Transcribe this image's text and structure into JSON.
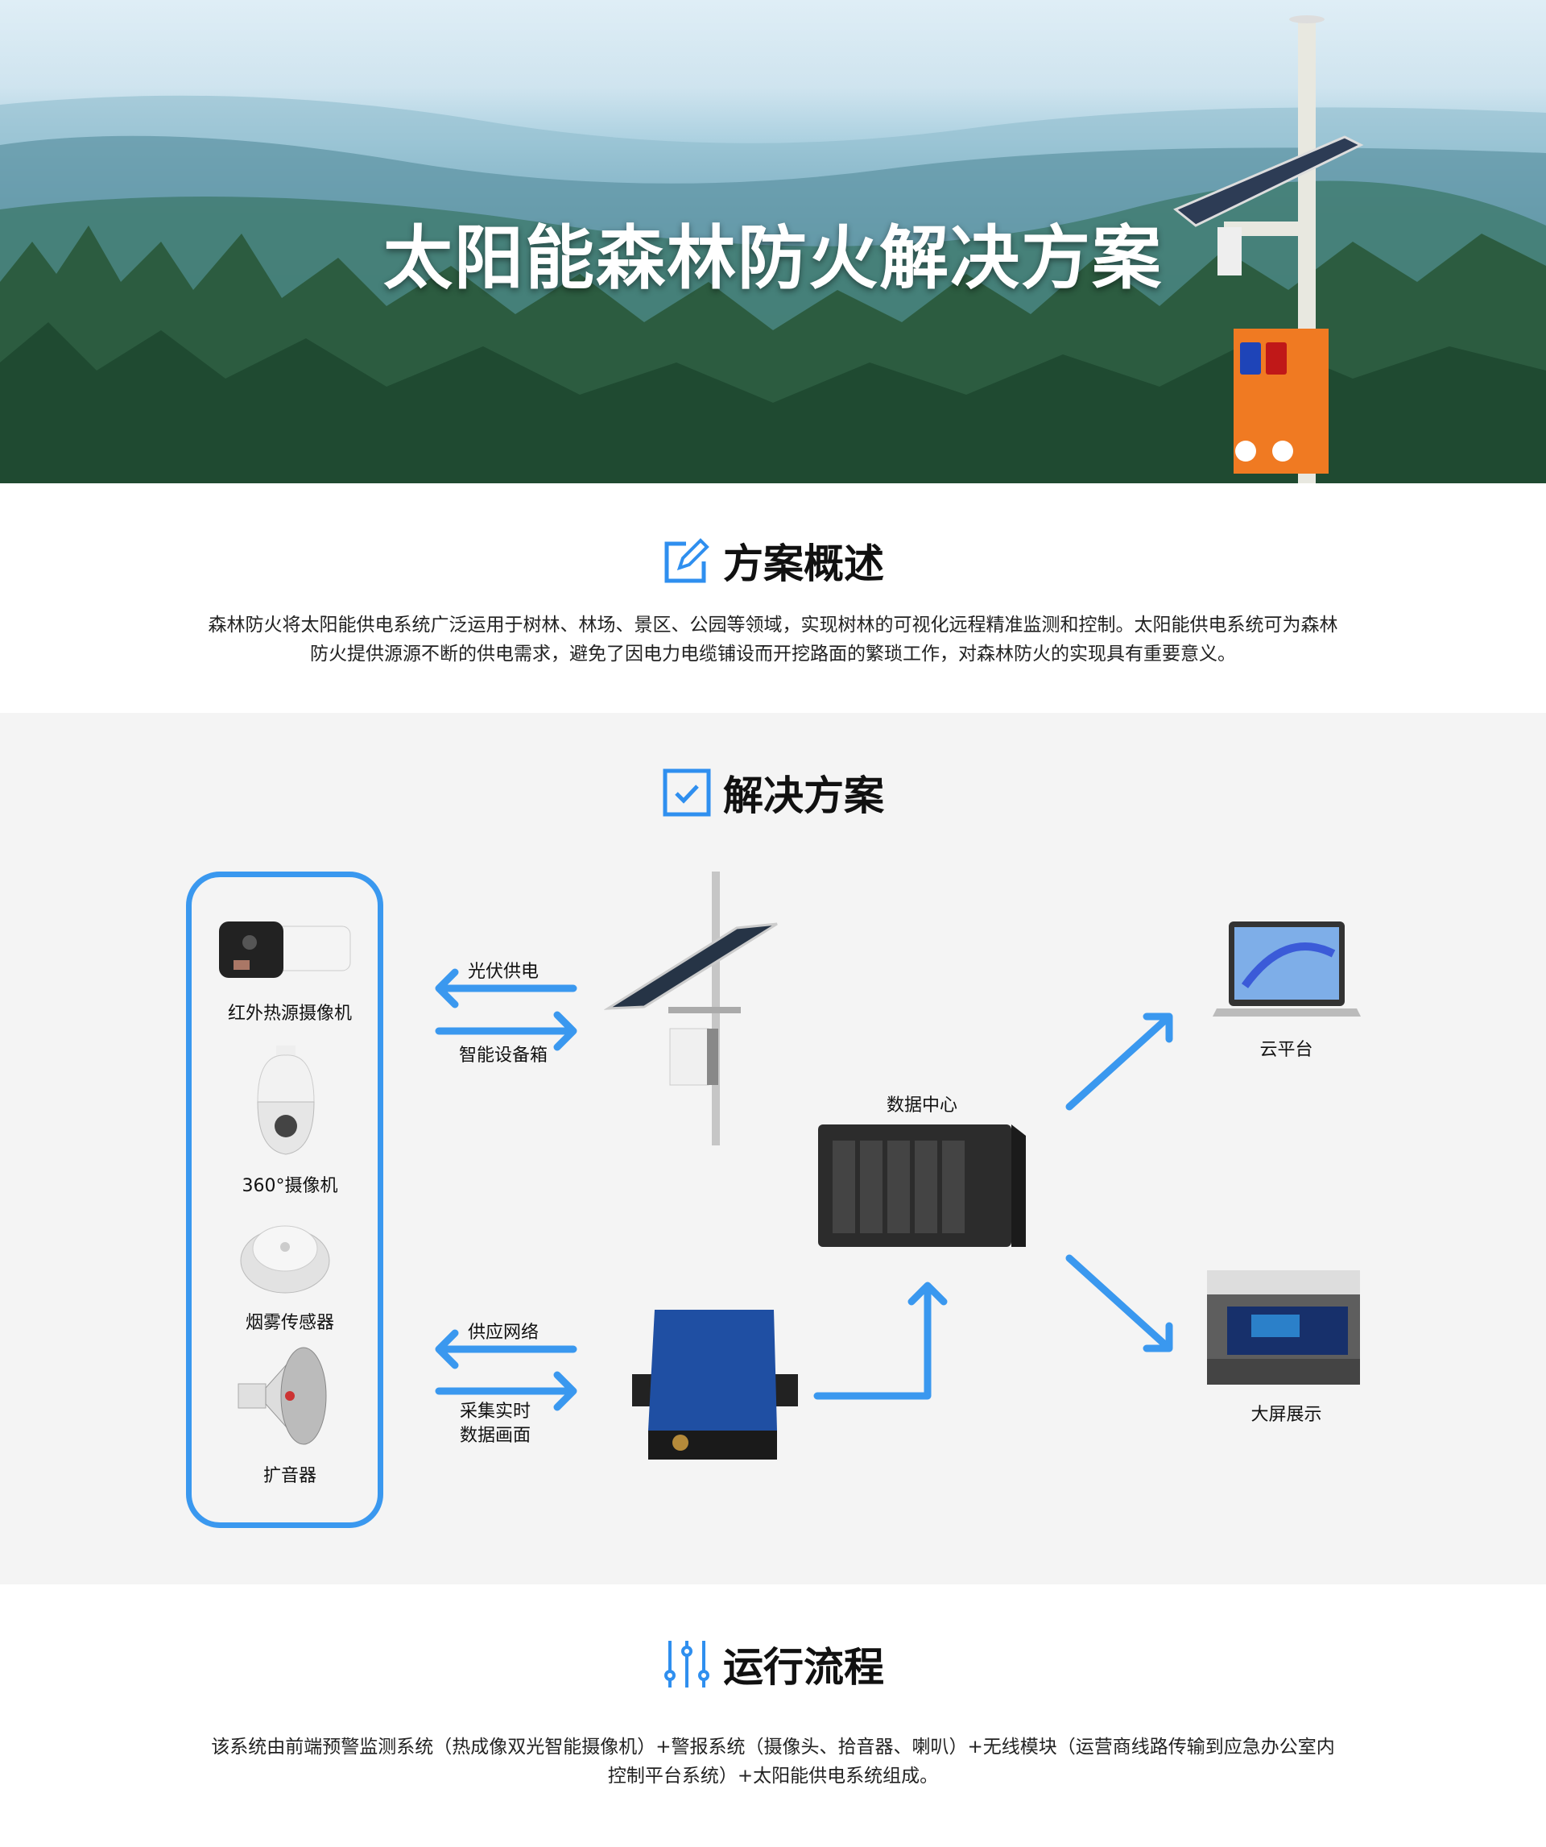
{
  "hero": {
    "title": "太阳能森林防火解决方案"
  },
  "overview": {
    "heading": "方案概述",
    "text_line1": "森林防火将太阳能供电系统广泛运用于树林、林场、景区、公园等领域，实现树林的可视化远程精准监测和控制。太阳能供电系统可为森林",
    "text_line2": "防火提供源源不断的供电需求，避免了因电力电缆铺设而开挖路面的繁琐工作，对森林防火的实现具有重要意义。"
  },
  "solution": {
    "heading": "解决方案",
    "devices": [
      "红外热源摄像机",
      "360°摄像机",
      "烟雾传感器",
      "扩音器"
    ],
    "arrows": {
      "solar_power": "光伏供电",
      "smart_box": "智能设备箱",
      "supply_network": "供应网络",
      "collect_line1": "采集实时",
      "collect_line2": "数据画面"
    },
    "data_center": "数据中心",
    "cloud": "云平台",
    "big_screen": "大屏展示",
    "accent": "#3a98ef"
  },
  "process": {
    "heading": "运行流程",
    "text_line1": "该系统由前端预警监测系统（热成像双光智能摄像机）+警报系统（摄像头、拾音器、喇叭）+无线模块（运营商线路传输到应急办公室内",
    "text_line2": "控制平台系统）+太阳能供电系统组成。"
  }
}
